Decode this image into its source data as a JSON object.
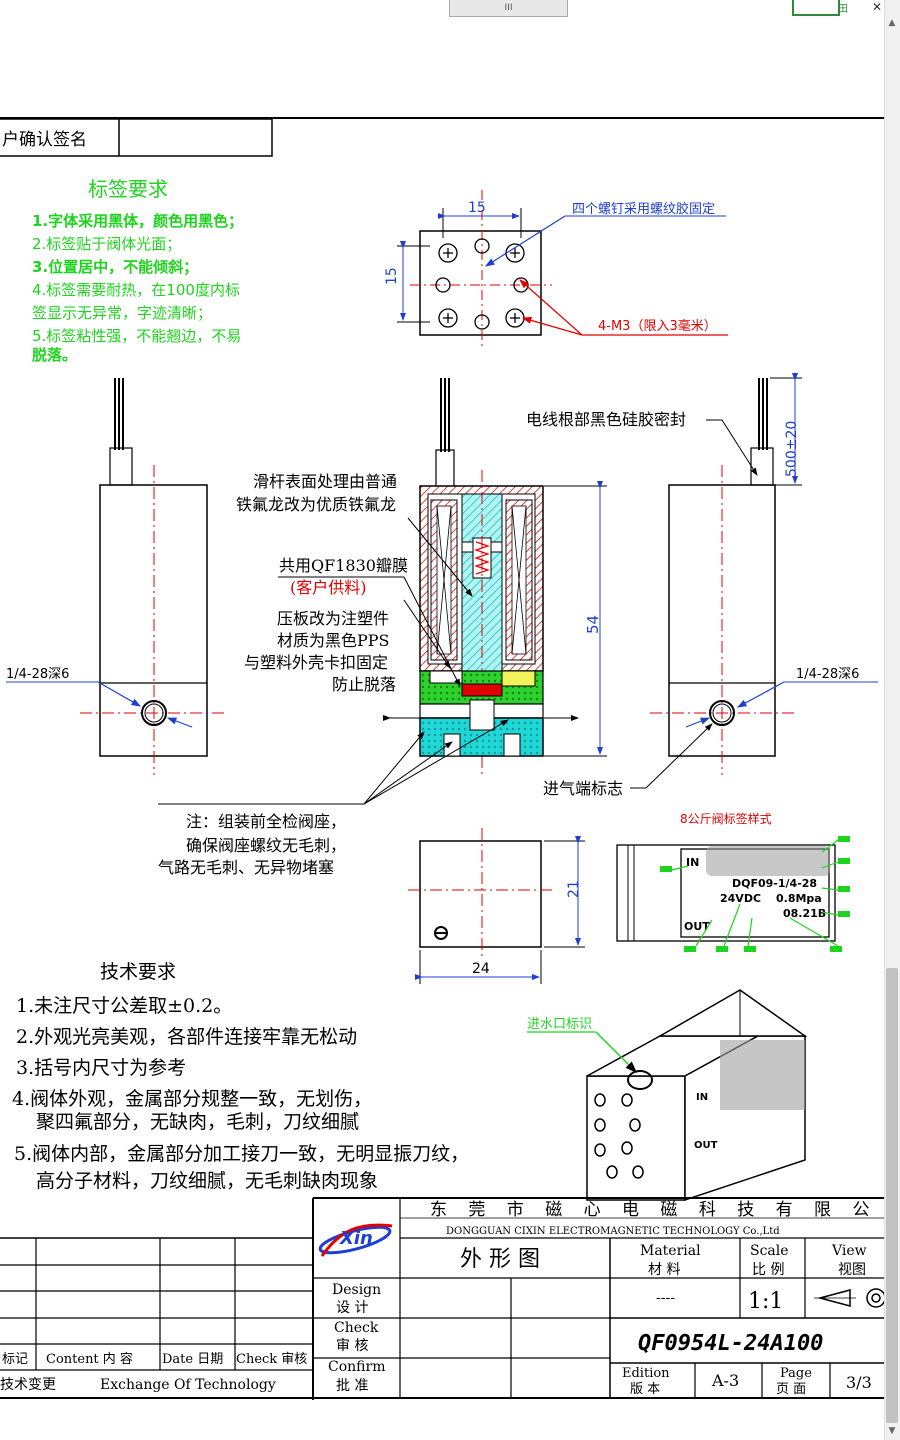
{
  "toolbar": {
    "hscroll_label": "III",
    "corner_label": "田"
  },
  "sign_box": {
    "label": "户确认签名"
  },
  "label_requirements": {
    "title": "标签要求",
    "items": [
      "1.字体采用黑体，颜色用黑色；",
      "2.标签贴于阀体光面；",
      "3.位置居中，不能倾斜；",
      "4.标签需要耐热，在100度内标",
      "签显示无异常，字迹清晰；",
      "5.标签粘性强，不能翘边，不易",
      "脱落。"
    ]
  },
  "top_view": {
    "dim_w": "15",
    "dim_h": "15",
    "note_screws": "四个螺钉采用螺纹胶固定",
    "note_m3": "4-M3（限入3毫米）"
  },
  "front_view": {
    "note_seal": "电线根部黑色硅胶密封",
    "dim_wire": "500±20",
    "note_teflon_1": "滑杆表面处理由普通",
    "note_teflon_2": "铁氟龙改为优质铁氟龙",
    "note_diaphragm_1": "共用QF1830瓣膜",
    "note_diaphragm_2": "(客户供料)",
    "note_plate_1": "压板改为注塑件",
    "note_plate_2": "材质为黑色PPS",
    "note_plate_3": "与塑料外壳卡扣固定",
    "note_plate_4": "防止脱落",
    "dim_height": "54",
    "port_left": "1/4-28深6",
    "port_right": "1/4-28深6",
    "note_inlet": "进气端标志",
    "note_check_1": "注：组装前全检阀座，",
    "note_check_2": "确保阀座螺纹无毛刺，",
    "note_check_3": "气路无毛刺、无异物堵塞"
  },
  "bottom_view": {
    "dim_w": "24",
    "dim_h": "21"
  },
  "label_sample": {
    "title": "8公斤阀标签样式",
    "in_label": "IN",
    "out_label": "OUT",
    "line1": "DQF09-1/4-28",
    "line2a": "24VDC",
    "line2b": "0.8Mpa",
    "line3": "08.21B"
  },
  "iso_view": {
    "note_mark": "进水口标识"
  },
  "tech_requirements": {
    "title": "技术要求",
    "items": [
      "1.未注尺寸公差取±0.2。",
      "2.外观光亮美观，各部件连接牢靠无松动",
      "3.括号内尺寸为参考",
      "4.阀体外观，金属部分规整一致，无划伤，",
      "聚四氟部分，无缺肉，毛刺，刀纹细腻",
      "5.阀体内部，金属部分加工接刀一致，无明显振刀纹，",
      "高分子材料，刀纹细腻，无毛刺缺肉现象"
    ]
  },
  "title_block": {
    "company_cn": "东 莞 市 磁 心 电 磁 科 技 有 限 公 司",
    "company_en": "DONGGUAN  CIXIN  ELECTROMAGNETIC  TECHNOLOGY  Co.,Ltd",
    "logo": "Xin",
    "drawing_name": "外 形 图",
    "material_en": "Material",
    "material_cn": "材  料",
    "material_val": "----",
    "scale_en": "Scale",
    "scale_cn": "比 例",
    "scale_val": "1:1",
    "view_en": "View",
    "view_cn": "视图",
    "design_en": "Design",
    "design_cn": "设 计",
    "check_en": "Check",
    "check_cn": "审 核",
    "confirm_en": "Confirm",
    "confirm_cn": "批 准",
    "part_no": "QF0954L-24A100",
    "edition_en": "Edition",
    "edition_cn": "版 本",
    "edition_val": "A-3",
    "page_en": "Page",
    "page_cn": "页 面",
    "page_val": "3/3",
    "rev_col1": "标记",
    "rev_col2": "Content 内 容",
    "rev_col3": "Date 日期",
    "rev_col4": "Check 审核",
    "rev_row2a": "技术变更",
    "rev_row2b": "Exchange Of Technology"
  },
  "colors": {
    "dim_blue": "#1f3fd1",
    "note_green": "#1fd41f",
    "center_red": "#e00000",
    "leader_red": "#e00000"
  }
}
